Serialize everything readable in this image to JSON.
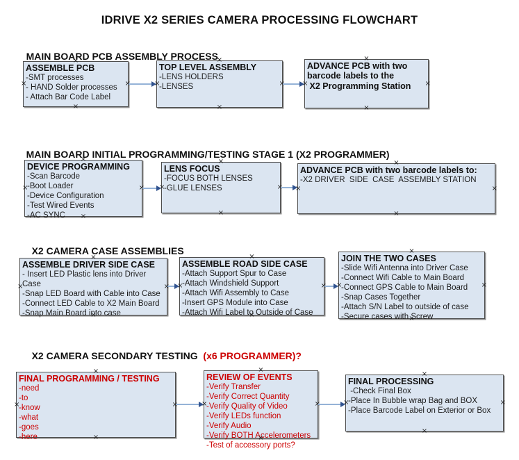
{
  "title": "IDRIVE X2  SERIES CAMERA PROCESSING FLOWCHART",
  "colors": {
    "box_fill": "#dbe5f1",
    "box_border": "#4d4d4d",
    "connector_line": "#95b3d7",
    "arrowhead": "#31538f",
    "red_text": "#cc0000"
  },
  "icons": {
    "connection_handle": "x-mark-icon",
    "arrowhead": "right-arrowhead-icon"
  },
  "sections": [
    {
      "heading": "MAIN BOARD PCB ASSEMBLY PROCESS",
      "boxes": [
        {
          "title": "ASSEMBLE PCB",
          "items": [
            "-SMT processes",
            "- HAND Solder processes",
            "- Attach Bar Code Label"
          ]
        },
        {
          "title": "TOP LEVEL ASSEMBLY",
          "items": [
            "-LENS HOLDERS",
            "-LENSES"
          ]
        },
        {
          "title": "ADVANCE PCB with two\nbarcode labels to the\n X2 Programming Station",
          "items": []
        }
      ]
    },
    {
      "heading": "MAIN BOARD INITIAL PROGRAMMING/TESTING STAGE 1 (X2 PROGRAMMER)",
      "boxes": [
        {
          "title": "DEVICE PROGRAMMING",
          "items": [
            "-Scan Barcode",
            "-Boot Loader",
            "-Device Configuration",
            "-Test Wired Events",
            "-AC SYNC"
          ]
        },
        {
          "title": "LENS FOCUS",
          "items": [
            "-FOCUS BOTH LENSES",
            "-GLUE LENSES"
          ]
        },
        {
          "title": "ADVANCE PCB with two barcode labels to:",
          "items": [
            "-X2 DRIVER  SIDE  CASE  ASSEMBLY STATION"
          ]
        }
      ]
    },
    {
      "heading": "X2 CAMERA CASE ASSEMBLIES",
      "boxes": [
        {
          "title": "ASSEMBLE DRIVER SIDE CASE",
          "items": [
            "- Insert LED Plastic lens into Driver Case",
            "-Snap LED Board with Cable into Case",
            "-Connect LED Cable to X2 Main Board",
            "-Snap Main Board into case"
          ]
        },
        {
          "title": "ASSEMBLE ROAD SIDE CASE",
          "items": [
            "-Attach Support Spur to Case",
            "-Attach Windshield Support",
            "-Attach Wifi Assembly to Case",
            "-Insert GPS Module into Case",
            "-Attach Wifi Label to Outside of Case"
          ]
        },
        {
          "title": "JOIN THE TWO CASES",
          "items": [
            "-Slide Wifi Antenna into Driver Case",
            "-Connect Wifi Cable to Main Board",
            "-Connect GPS Cable to Main Board",
            "-Snap Cases Together",
            "-Attach S/N Label to outside of case",
            "-Secure cases with Screw"
          ]
        }
      ]
    },
    {
      "heading": "X2 CAMERA SECONDARY TESTING ",
      "heading_red": " (x6 PROGRAMMER)?",
      "boxes": [
        {
          "title": "FINAL PROGRAMMING / TESTING",
          "items": [
            "-need",
            "-to",
            "-know",
            "-what",
            "-goes",
            "-here"
          ]
        },
        {
          "title": "REVIEW OF EVENTS",
          "items": [
            "-Verify Transfer",
            "-Verify Correct Quantity",
            "-Verify Quality of Video",
            "-Verify LEDs function",
            "-Verify Audio",
            "-Verify BOTH Accelerometers",
            "-Test of accessory ports?"
          ]
        },
        {
          "title": "FINAL PROCESSING",
          "items": [
            " -Check Final Box",
            "-Place In Bubble wrap Bag and BOX",
            "-Place Barcode Label on Exterior or Box"
          ]
        }
      ]
    }
  ]
}
